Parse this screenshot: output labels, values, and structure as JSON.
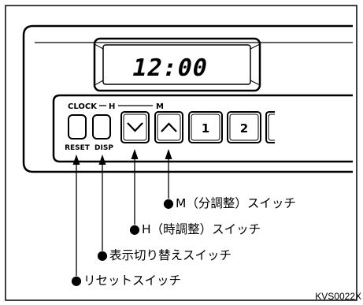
{
  "display": {
    "time": "12:00"
  },
  "panel": {
    "clock_label": "CLOCK",
    "h_label": "H",
    "m_label": "M",
    "reset_label": "RESET",
    "disp_label": "DISP",
    "preset_1": "1",
    "preset_2": "2"
  },
  "callouts": {
    "m_switch": "M（分調整）スイッチ",
    "h_switch": "H（時調整）スイッチ",
    "disp_switch": "表示切り替えスイッチ",
    "reset_switch": "リセットスイッチ",
    "bullet": "●"
  },
  "code": "KVS0022X"
}
